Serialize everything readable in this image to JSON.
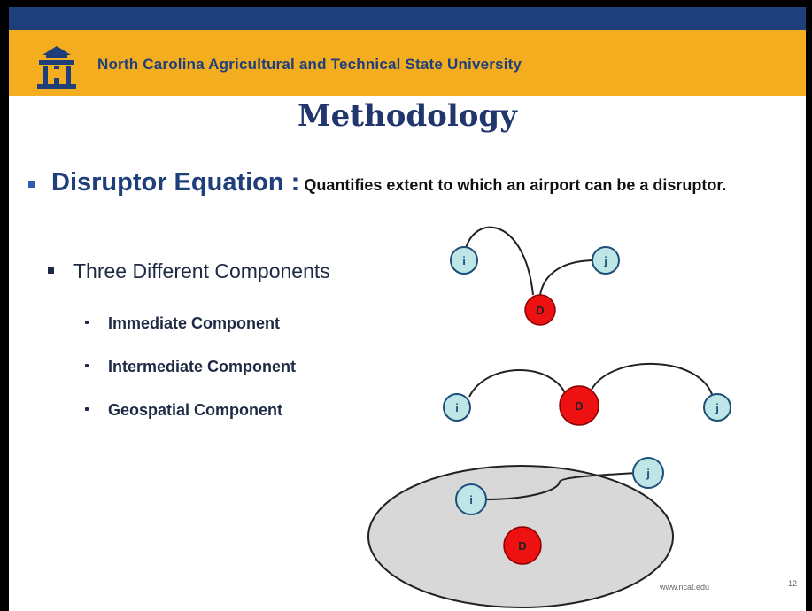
{
  "header": {
    "university": "North Carolina Agricultural and Technical State University"
  },
  "slide": {
    "title": "Methodology",
    "bullet_heading": "Disruptor Equation :",
    "bullet_description": "Quantifies extent to which an airport can be a disruptor.",
    "sub_heading": "Three Different Components",
    "components": [
      "Immediate Component",
      "Intermediate Component",
      "Geospatial Component"
    ]
  },
  "diagram": {
    "node_labels": {
      "origin": "i",
      "destination": "j",
      "disruptor": "D"
    },
    "colors": {
      "origin_node": "#bfe6e6",
      "disruptor_node": "#ee1111",
      "region": "#d8d8d8"
    }
  },
  "footer": {
    "url": "www.ncat.edu",
    "page_number": "12"
  }
}
